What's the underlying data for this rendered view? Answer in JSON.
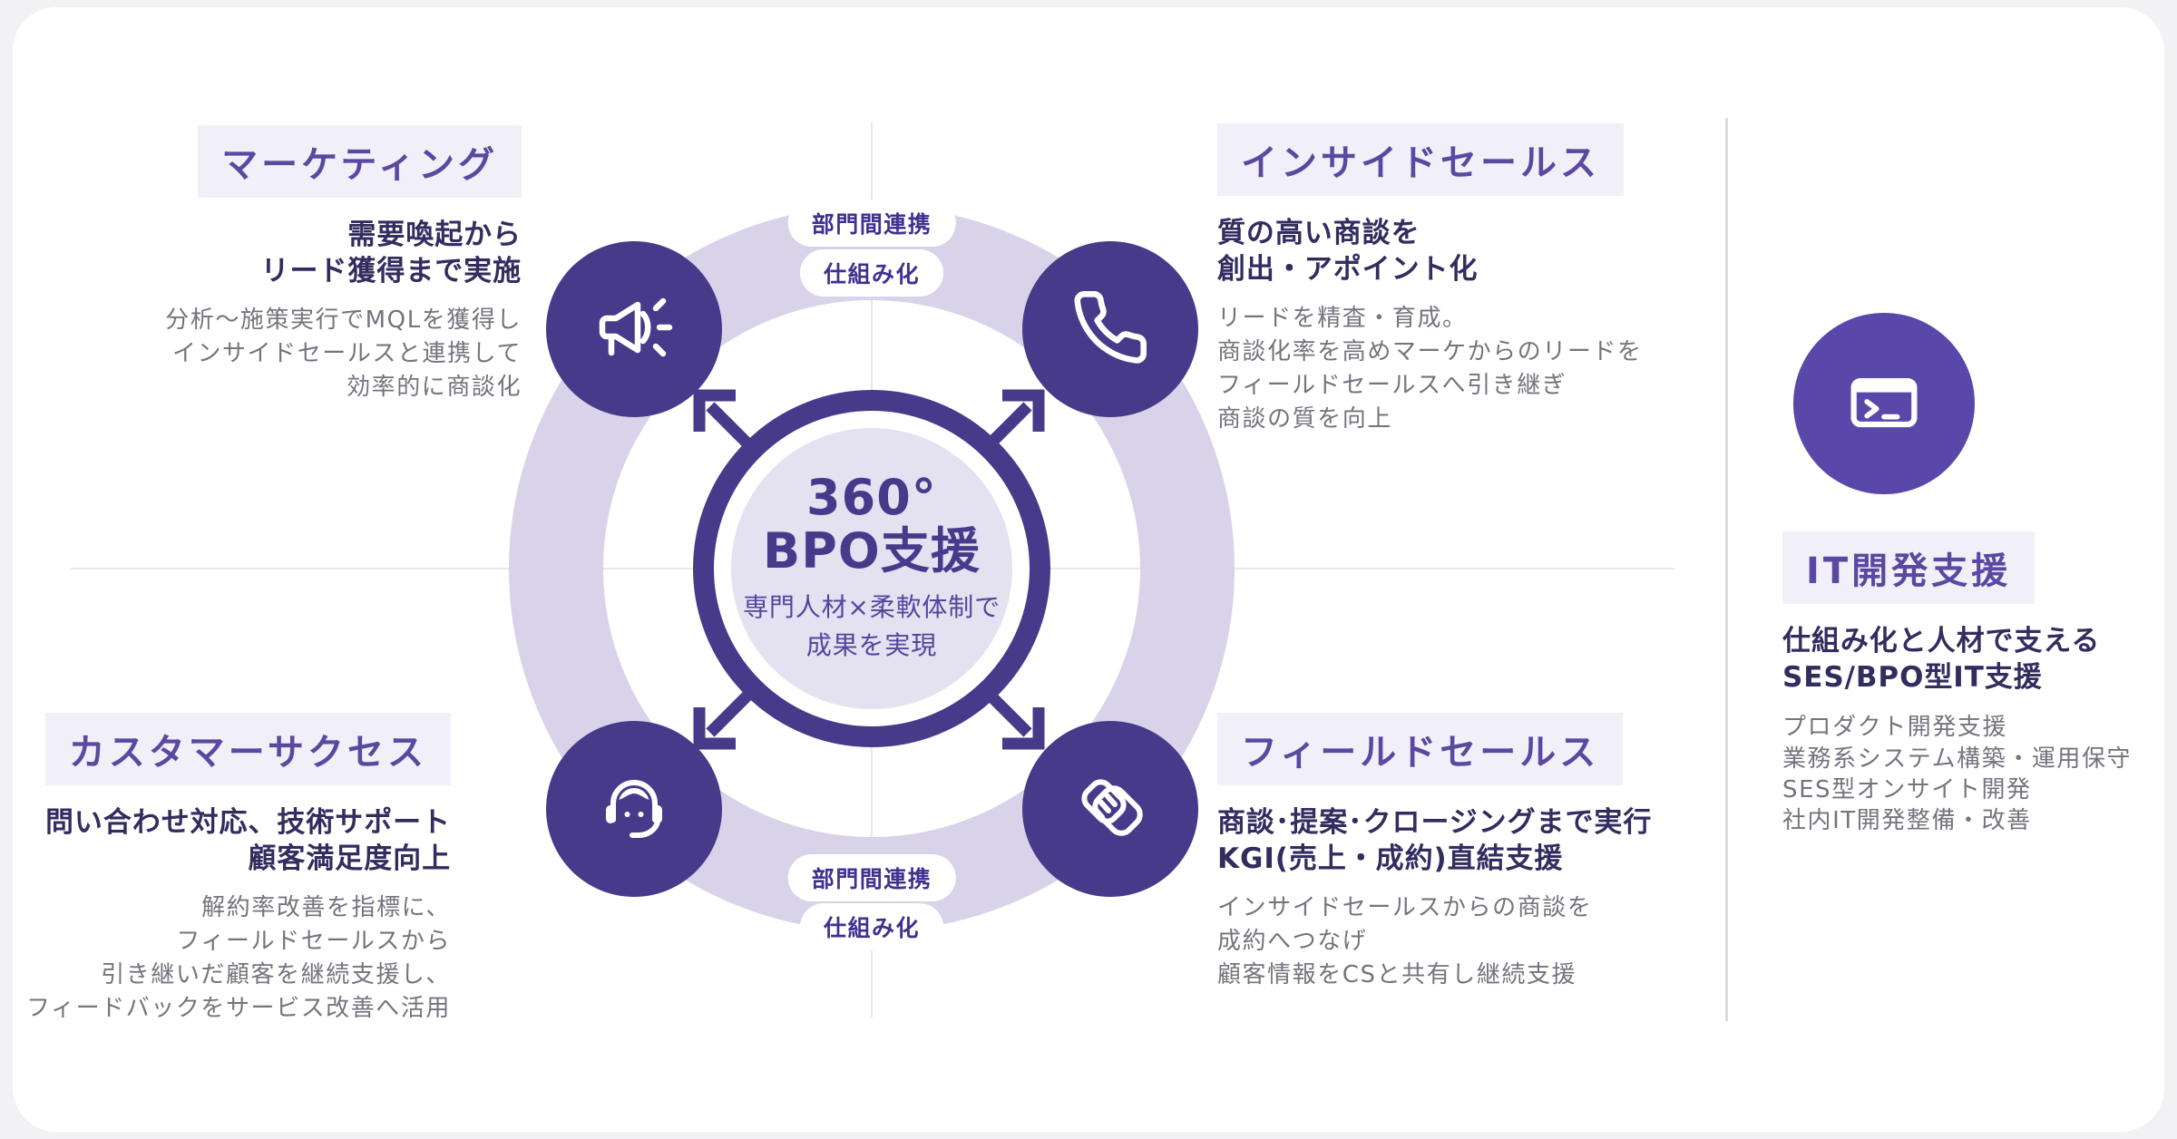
{
  "colors": {
    "deep_purple": "#473a8a",
    "it_purple": "#5948a9",
    "heading_purple": "#5a48a1",
    "dark_indigo_text": "#322d5f",
    "body_gray": "#75737e",
    "lavender_ring": "#d8d3e9",
    "inner_circle": "#e4e1f1",
    "heading_bg": "#f1f0f8",
    "badge_text": "#3f3190",
    "guide_line": "#e6e6ec",
    "card_bg": "#ffffff"
  },
  "center": {
    "degree": "360°",
    "title": "BPO支援",
    "sub_lines": [
      "専門人材×柔軟体制で",
      "成果を実現"
    ]
  },
  "badges": {
    "top": [
      "部門間連携",
      "仕組み化"
    ],
    "bottom": [
      "部門間連携",
      "仕組み化"
    ]
  },
  "quadrants": [
    {
      "id": "marketing",
      "icon": "megaphone-icon",
      "title": "マーケティング",
      "subtitle_lines": [
        "需要喚起から",
        "リード獲得まで実施"
      ],
      "body_lines": [
        "分析〜施策実行でMQLを獲得し",
        "インサイドセールスと連携して",
        "効率的に商談化"
      ]
    },
    {
      "id": "inside-sales",
      "icon": "phone-icon",
      "title": "インサイドセールス",
      "subtitle_lines": [
        "質の高い商談を",
        "創出・アポイント化"
      ],
      "body_lines": [
        "リードを精査・育成。",
        "商談化率を高めマーケからのリードを",
        "フィールドセールスへ引き継ぎ",
        "商談の質を向上"
      ]
    },
    {
      "id": "customer-success",
      "icon": "headset-icon",
      "title": "カスタマーサクセス",
      "subtitle_lines": [
        "問い合わせ対応、技術サポート",
        "顧客満足度向上"
      ],
      "body_lines": [
        "解約率改善を指標に、",
        "フィールドセールスから",
        "引き継いだ顧客を継続支援し、",
        "フィードバックをサービス改善へ活用"
      ]
    },
    {
      "id": "field-sales",
      "icon": "handshake-icon",
      "title": "フィールドセールス",
      "subtitle_lines": [
        "商談･提案･クロージングまで実行",
        "KGI(売上・成約)直結支援"
      ],
      "body_lines": [
        "インサイドセールスからの商談を",
        "成約へつなげ",
        "顧客情報をCSと共有し継続支援"
      ]
    }
  ],
  "side_panel": {
    "id": "it-development",
    "icon": "terminal-icon",
    "title": "IT開発支援",
    "subtitle_lines": [
      "仕組み化と人材で支える",
      "SES/BPO型IT支援"
    ],
    "body_lines": [
      "プロダクト開発支援",
      "業務系システム構築・運用保守",
      "SES型オンサイト開発",
      "社内IT開発整備・改善"
    ]
  }
}
